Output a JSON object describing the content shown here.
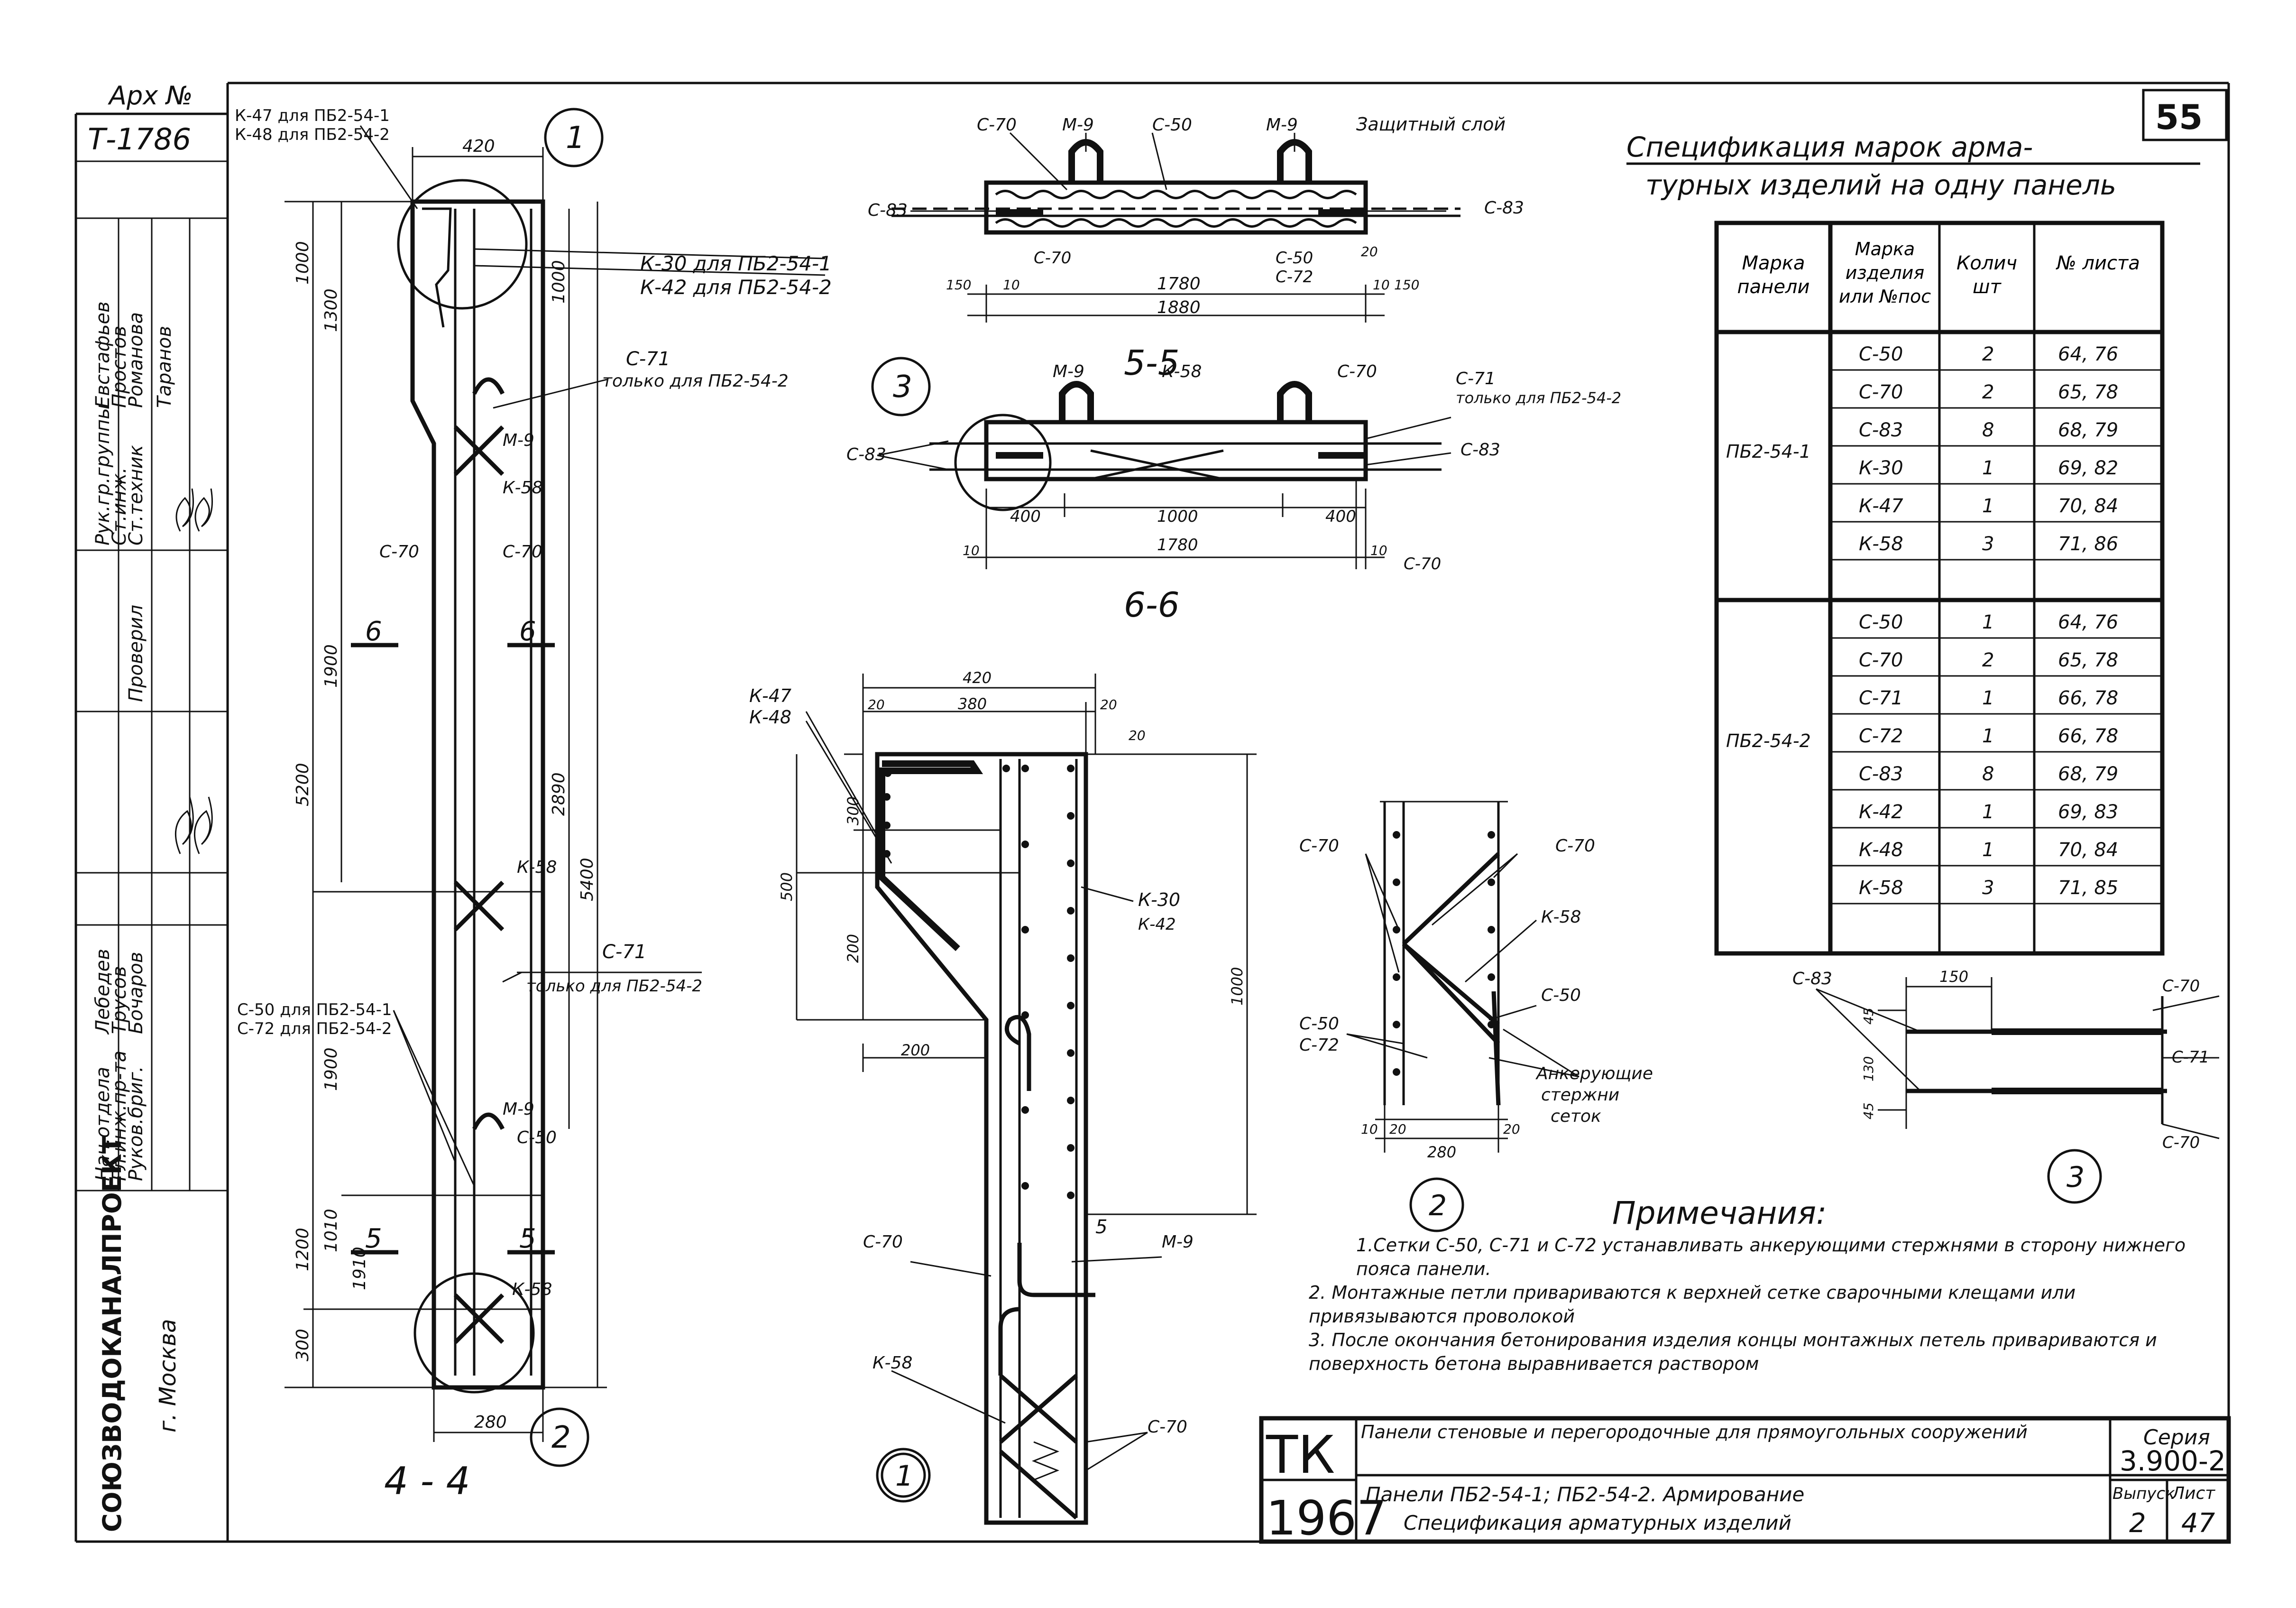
{
  "sheet": {
    "number": "55",
    "archive_label": "Арх №",
    "archive_number": "Т-1786",
    "city": "г. Москва",
    "institute": "СОЮЗВОДОКАНАЛПРОЕКТ",
    "stamp_tk": "ТК",
    "stamp_year": "1967",
    "title_line1": "Панели стеновые и перегородочные для прямоугольных сооружений",
    "title_line2": "Панели ПБ2-54-1; ПБ2-54-2. Армирование",
    "title_line3": "Спецификация арматурных изделий",
    "series_label": "Серия",
    "series_value": "3.900-2",
    "issue_label": "Выпуск",
    "issue_value": "2",
    "sheet_label": "Лист",
    "sheet_value": "47"
  },
  "staff": [
    {
      "role": "Нач.отдела",
      "name": "Лебедев"
    },
    {
      "role": "Гл.инж.пр-та",
      "name": "Трусов"
    },
    {
      "role": "Руков.бриг.",
      "name": "Бочаров"
    },
    {
      "role": "Рук.гр.группы",
      "name": "Евстафьев"
    },
    {
      "role": "Ст.инж.",
      "name": "Простов"
    },
    {
      "role": "Ст.техник",
      "name": "Романова"
    },
    {
      "role": "Проверил",
      "name": "Таранов"
    }
  ],
  "spec": {
    "title1": "Спецификация марок арма-",
    "title2": "турных изделий на одну панель",
    "headers": [
      "Марка панели",
      "Марка изделия или №пос",
      "Колич шт",
      "№ листа"
    ],
    "groups": [
      {
        "panel": "ПБ2-54-1",
        "rows": [
          [
            "С-50",
            "2",
            "64, 76"
          ],
          [
            "С-70",
            "2",
            "65, 78"
          ],
          [
            "С-83",
            "8",
            "68, 79"
          ],
          [
            "К-30",
            "1",
            "69, 82"
          ],
          [
            "К-47",
            "1",
            "70, 84"
          ],
          [
            "К-58",
            "3",
            "71, 86"
          ],
          [
            "",
            "",
            ""
          ]
        ]
      },
      {
        "panel": "ПБ2-54-2",
        "rows": [
          [
            "С-50",
            "1",
            "64, 76"
          ],
          [
            "С-70",
            "2",
            "65, 78"
          ],
          [
            "С-71",
            "1",
            "66, 78"
          ],
          [
            "С-72",
            "1",
            "66, 78"
          ],
          [
            "С-83",
            "8",
            "68, 79"
          ],
          [
            "К-42",
            "1",
            "69, 83"
          ],
          [
            "К-48",
            "1",
            "70, 84"
          ],
          [
            "К-58",
            "3",
            "71, 85"
          ],
          [
            "",
            "",
            ""
          ]
        ]
      }
    ]
  },
  "notes": {
    "title": "Примечания:",
    "lines": [
      "1.Сетки С-50, С-71 и С-72 устанавливать анкерующими стержнями в сторону нижнего пояса панели.",
      "2. Монтажные петли привариваются к верхней сетке сварочными клещами или привязываются проволокой",
      "3. После окончания бетонирования изделия концы монтажных петель привариваются и поверхность бетона выравнивается раствором"
    ]
  },
  "section_labels": {
    "s44": "4 - 4",
    "s55": "5-5",
    "s66": "6-6",
    "n1": "1",
    "n2": "2",
    "n3": "3",
    "cut5": "5",
    "cut6": "6"
  },
  "annotations": {
    "k47_pb1": "К-47 для ПБ2-54-1",
    "k48_pb2": "К-48 для ПБ2-54-2",
    "k30_pb1": "К-30 для ПБ2-54-1",
    "k42_pb2": "К-42 для ПБ2-54-2",
    "c71": "С-71",
    "c71_note": "только для ПБ2-54-2",
    "c50_pb1": "С-50 для ПБ2-54-1",
    "c72_pb2": "С-72 для ПБ2-54-2",
    "protective": "Защитный слой",
    "anchor_1": "Анкерующие",
    "anchor_2": "стержни",
    "anchor_3": "сеток",
    "c70": "С-70",
    "c50": "С-50",
    "c72": "С-72",
    "c83": "С-83",
    "m9": "М-9",
    "k58": "К-58",
    "k47": "К-47",
    "k48": "К-48",
    "k30": "К-30",
    "k42": "К-42"
  },
  "dimensions": {
    "d420": "420",
    "d1000": "1000",
    "d1300": "1300",
    "d1900": "1900",
    "d5200": "5200",
    "d2890": "2890",
    "d5400": "5400",
    "d1200": "1200",
    "d1010": "1010",
    "d1910": "1910",
    "d300": "300",
    "d280": "280",
    "d150": "150",
    "d1780": "1780",
    "d1880": "1880",
    "d10": "10",
    "d20": "20",
    "d400": "400",
    "d1000b": "1000",
    "d380": "380",
    "d500": "500",
    "d200": "200",
    "d130": "130",
    "d45": "45"
  }
}
